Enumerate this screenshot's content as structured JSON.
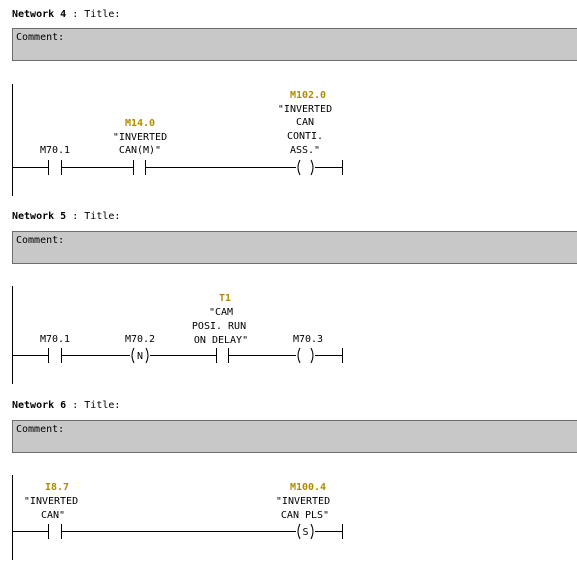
{
  "colors": {
    "address": "#b08c00",
    "comment_bg": "#c8c8c8"
  },
  "networks": [
    {
      "label": "Network 4",
      "sep": ":",
      "title": "Title:",
      "comment": "Comment:",
      "elements": {
        "contact1": {
          "type": "no-contact",
          "symbol": "M70.1"
        },
        "contact2": {
          "type": "no-contact",
          "address": "M14.0",
          "symbol": [
            "\"INVERTED",
            "CAN(M)\""
          ]
        },
        "coil": {
          "type": "coil",
          "address": "M102.0",
          "symbol": [
            "\"INVERTED",
            "CAN",
            "CONTI.",
            "ASS.\""
          ]
        }
      }
    },
    {
      "label": "Network 5",
      "sep": ":",
      "title": "Title:",
      "comment": "Comment:",
      "elements": {
        "contact1": {
          "type": "no-contact",
          "symbol": "M70.1"
        },
        "edge": {
          "type": "negative-edge",
          "symbol": "M70.2",
          "glyph": "N"
        },
        "contact2": {
          "type": "no-contact",
          "address": "T1",
          "symbol": [
            "\"CAM",
            "POSI. RUN",
            "ON DELAY\""
          ]
        },
        "coil": {
          "type": "coil",
          "symbol": "M70.3"
        }
      }
    },
    {
      "label": "Network 6",
      "sep": ":",
      "title": "Title:",
      "comment": "Comment:",
      "elements": {
        "contact1": {
          "type": "no-contact",
          "address": "I8.7",
          "symbol": [
            "\"INVERTED",
            "CAN\""
          ]
        },
        "coil": {
          "type": "set-coil",
          "address": "M100.4",
          "symbol": [
            "\"INVERTED",
            "CAN PLS\""
          ],
          "glyph": "S"
        }
      }
    }
  ]
}
